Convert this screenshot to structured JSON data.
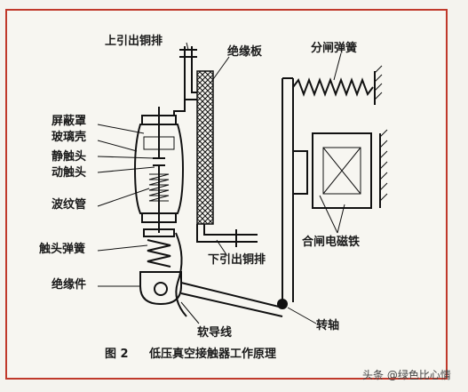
{
  "labels": {
    "upper_busbar": "上引出铜排",
    "insulation_board": "绝缘板",
    "closing_spring": "分闸弹簧",
    "shield": "屏蔽罩",
    "glass_shell": "玻璃壳",
    "static_contact": "静触头",
    "moving_contact": "动触头",
    "bellows": "波纹管",
    "contact_spring": "触头弹簧",
    "insulating_part": "绝缘件",
    "lower_busbar": "下引出铜排",
    "closing_electromagnet": "合闸电磁铁",
    "flexible_wire": "软导线",
    "pivot": "转轴"
  },
  "caption": {
    "figure_no": "图 2",
    "title": "低压真空接触器工作原理"
  },
  "watermark": "头条 @绿色比心情"
}
